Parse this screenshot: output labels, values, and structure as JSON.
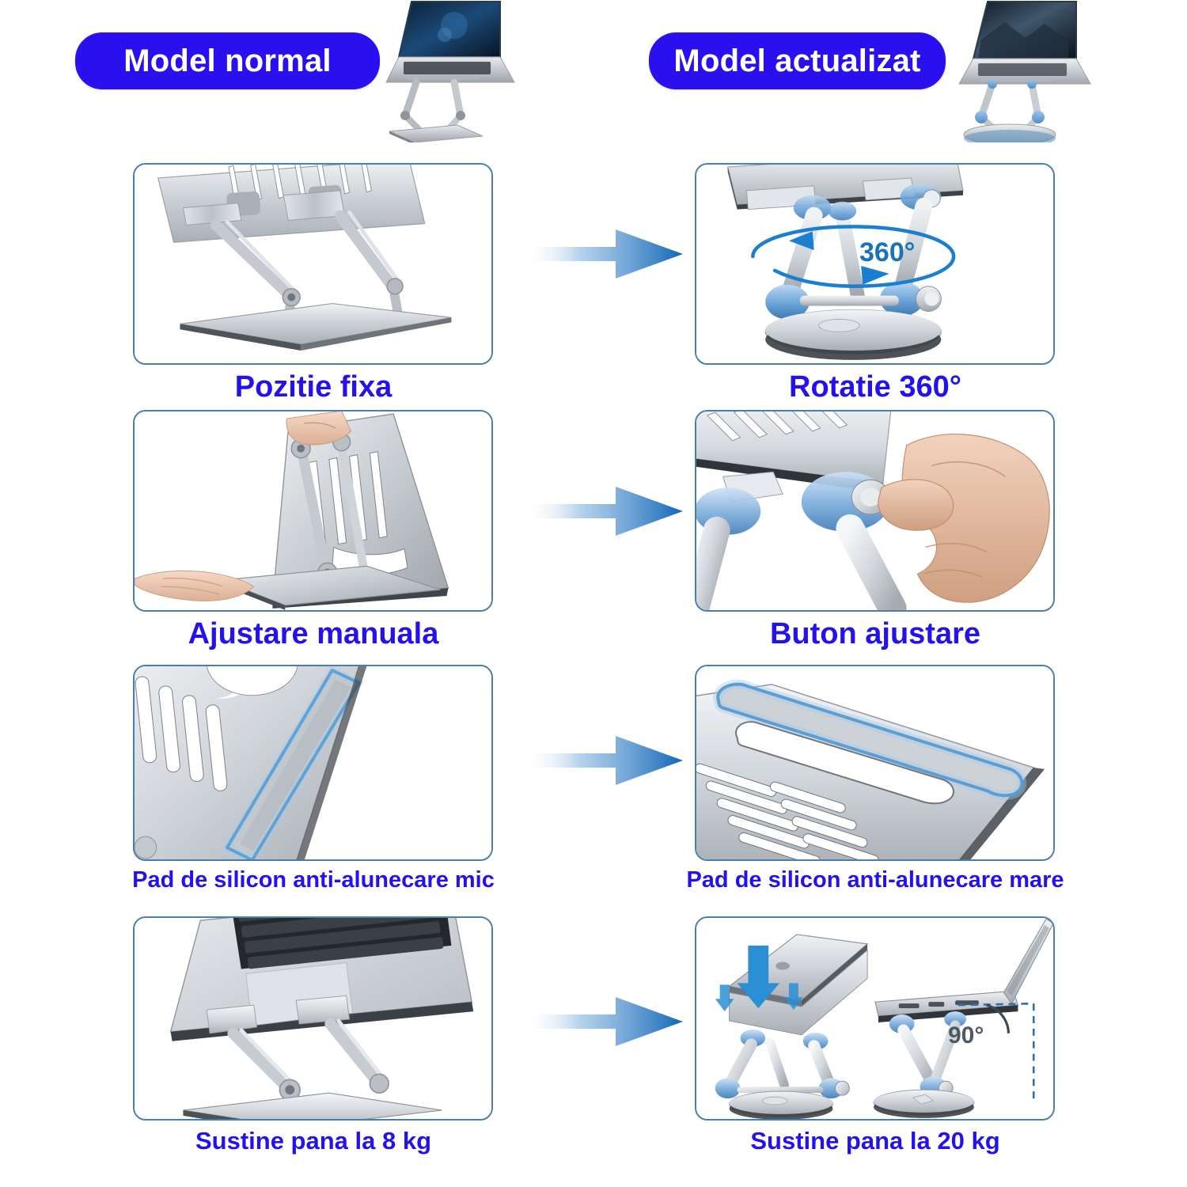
{
  "header": {
    "left_badge": "Model normal",
    "right_badge": "Model actualizat",
    "left_hero_icon": "laptop-on-standard-stand",
    "right_hero_icon": "laptop-on-rotating-stand"
  },
  "accent_colors": {
    "badge_blue": "#2a10ee",
    "caption_blue": "#2312ee",
    "panel_border": "#4a7ea8",
    "arrow_blue": "#1f6fc0",
    "annotation_blue": "#1a73b8",
    "metal_silver": "#c9ced3"
  },
  "rows": [
    {
      "arrow_icon": "right-arrow-icon",
      "left": {
        "caption": "Pozitie fixa",
        "image": "fixed-position-stand"
      },
      "right": {
        "caption": "Rotatie 360°",
        "image": "rotating-base-stand",
        "annotation": "360°"
      }
    },
    {
      "arrow_icon": "right-arrow-icon",
      "left": {
        "caption": "Ajustare manuala",
        "image": "manual-adjustment-hands"
      },
      "right": {
        "caption": "Buton ajustare",
        "image": "button-adjustment-hand"
      }
    },
    {
      "arrow_icon": "right-arrow-icon",
      "left": {
        "caption": "Pad de silicon anti-alunecare mic",
        "image": "small-silicone-pad"
      },
      "right": {
        "caption": "Pad de silicon anti-alunecare mare",
        "image": "large-silicone-pad"
      }
    },
    {
      "arrow_icon": "right-arrow-icon",
      "left": {
        "caption": "Sustine pana la 8 kg",
        "image": "laptop-on-stand-8kg"
      },
      "right": {
        "caption": "Sustine pana la 20 kg",
        "image": "stacked-laptops-20kg",
        "annotation": "90°"
      }
    }
  ]
}
